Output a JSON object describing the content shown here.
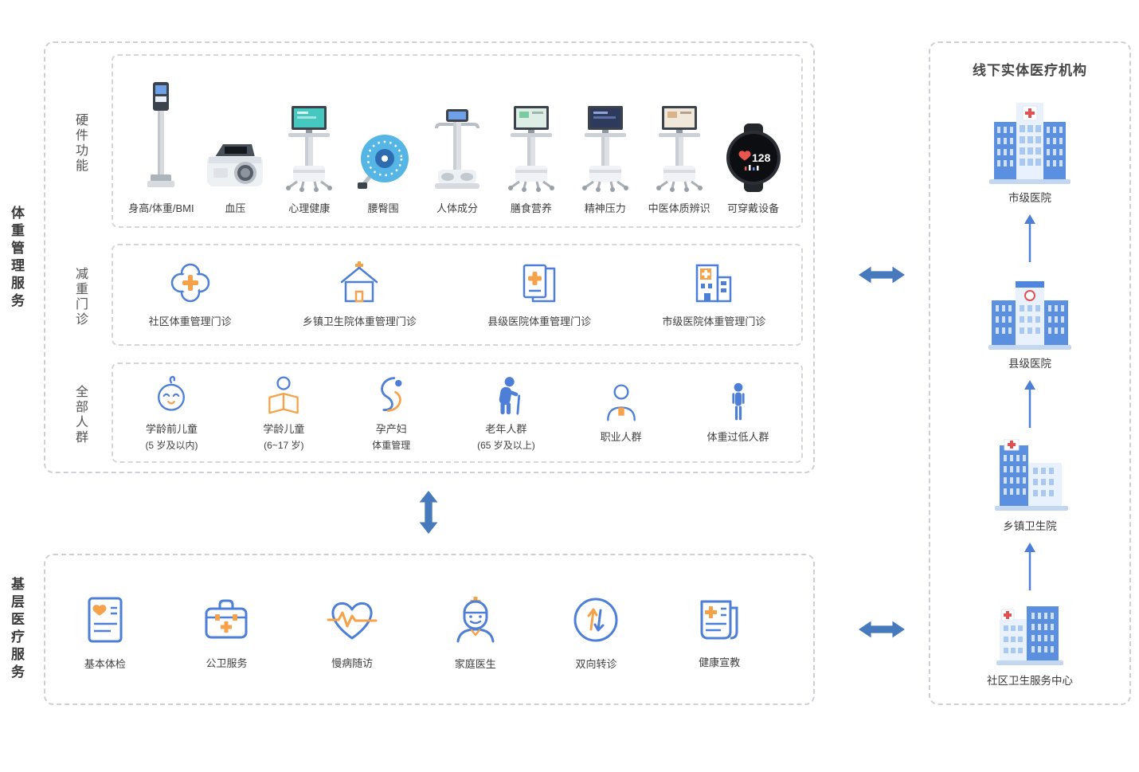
{
  "colors": {
    "blue": "#4D7FD6",
    "orange": "#F5A24B",
    "arrow_blue": "#4779BD",
    "building_blue": "#5B8FE0",
    "building_light": "#E9F1FC",
    "red_cross": "#E05252"
  },
  "left_labels": {
    "weight_management": "体重管理服务",
    "primary_care": "基层医疗服务"
  },
  "hardware": {
    "label": "硬件功能",
    "items": [
      {
        "name": "身高/体重/BMI"
      },
      {
        "name": "血压"
      },
      {
        "name": "心理健康"
      },
      {
        "name": "腰臀围"
      },
      {
        "name": "人体成分"
      },
      {
        "name": "膳食营养"
      },
      {
        "name": "精神压力"
      },
      {
        "name": "中医体质辨识"
      },
      {
        "name": "可穿戴设备",
        "watch_display": "128"
      }
    ]
  },
  "clinics": {
    "label": "减重门诊",
    "items": [
      {
        "name": "社区体重管理门诊"
      },
      {
        "name": "乡镇卫生院体重管理门诊"
      },
      {
        "name": "县级医院体重管理门诊"
      },
      {
        "name": "市级医院体重管理门诊"
      }
    ]
  },
  "populations": {
    "label": "全部人群",
    "items": [
      {
        "name": "学龄前儿童",
        "sub": "(5 岁及以内)"
      },
      {
        "name": "学龄儿童",
        "sub": "(6~17 岁)"
      },
      {
        "name": "孕产妇",
        "sub": "体重管理"
      },
      {
        "name": "老年人群",
        "sub": "(65 岁及以上)"
      },
      {
        "name": "职业人群"
      },
      {
        "name": "体重过低人群"
      }
    ]
  },
  "primary_care": {
    "items": [
      {
        "name": "基本体检"
      },
      {
        "name": "公卫服务"
      },
      {
        "name": "慢病随访"
      },
      {
        "name": "家庭医生"
      },
      {
        "name": "双向转诊"
      },
      {
        "name": "健康宣教"
      }
    ]
  },
  "institutions": {
    "title": "线下实体医疗机构",
    "items": [
      {
        "name": "市级医院"
      },
      {
        "name": "县级医院"
      },
      {
        "name": "乡镇卫生院"
      },
      {
        "name": "社区卫生服务中心"
      }
    ]
  }
}
